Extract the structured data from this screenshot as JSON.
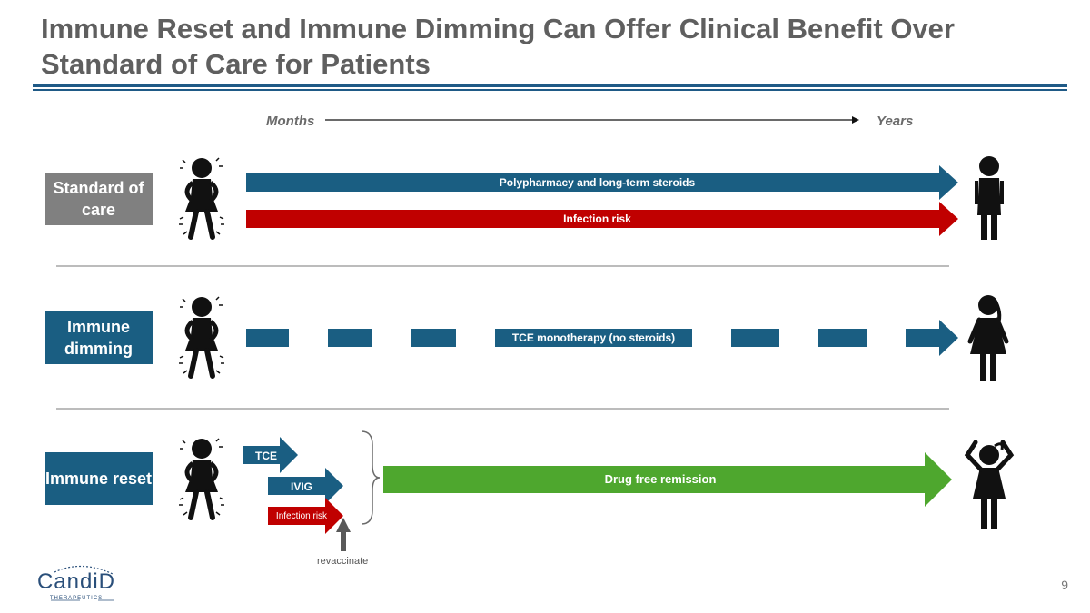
{
  "slide": {
    "title": "Immune Reset and Immune Dimming Can Offer Clinical Benefit Over Standard of Care for Patients",
    "page_number": "9"
  },
  "timeline": {
    "start_label": "Months",
    "end_label": "Years"
  },
  "rows": {
    "standard": {
      "label": "Standard of care",
      "bar1": "Polypharmacy and long-term steroids",
      "bar2": "Infection risk"
    },
    "dimming": {
      "label": "Immune dimming",
      "bar": "TCE monotherapy (no steroids)"
    },
    "reset": {
      "label": "Immune reset",
      "step1": "TCE",
      "step2": "IVIG",
      "step3": "Infection risk",
      "outcome": "Drug free remission",
      "note": "revaccinate"
    }
  },
  "logo": {
    "name": "CandiD",
    "sub": "THERAPEUTICS"
  },
  "colors": {
    "blue": "#1a5e82",
    "red": "#c00000",
    "green": "#4ea72e",
    "gray": "#808080",
    "title_gray": "#5f5f5f"
  },
  "icons": [
    "sick-person-icon",
    "standing-person-icon",
    "healthy-person-icon",
    "arms-up-person-icon",
    "timeline-arrow-icon",
    "up-arrow-icon",
    "brace-icon"
  ]
}
